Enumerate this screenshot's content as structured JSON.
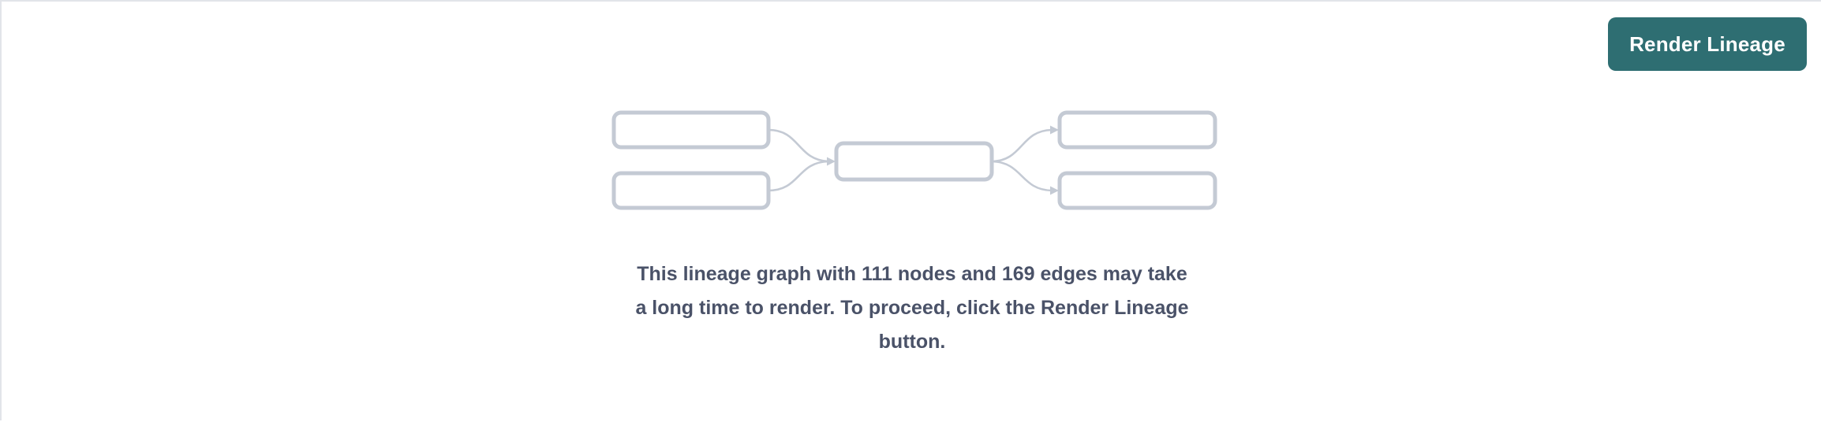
{
  "theme": {
    "accent_color": "#2e6e72",
    "node_stroke_color": "#c4cad4",
    "text_color": "#4a5268",
    "frame_border_color": "#e2e4e9",
    "background_color": "#ffffff"
  },
  "toolbar": {
    "render_lineage_label": "Render Lineage"
  },
  "lineage": {
    "node_count": 111,
    "edge_count": 169,
    "placeholder_nodes": [
      {
        "id": "upstream-1",
        "label": ""
      },
      {
        "id": "upstream-2",
        "label": ""
      },
      {
        "id": "focus",
        "label": ""
      },
      {
        "id": "downstream-1",
        "label": ""
      },
      {
        "id": "downstream-2",
        "label": ""
      }
    ],
    "placeholder_edges": [
      {
        "from": "upstream-1",
        "to": "focus"
      },
      {
        "from": "upstream-2",
        "to": "focus"
      },
      {
        "from": "focus",
        "to": "downstream-1"
      },
      {
        "from": "focus",
        "to": "downstream-2"
      }
    ],
    "warning": {
      "line1": "This lineage graph with 111 nodes and 169 edges may take",
      "line2": "a long time to render. To proceed, click the Render Lineage",
      "line3": "button."
    }
  }
}
